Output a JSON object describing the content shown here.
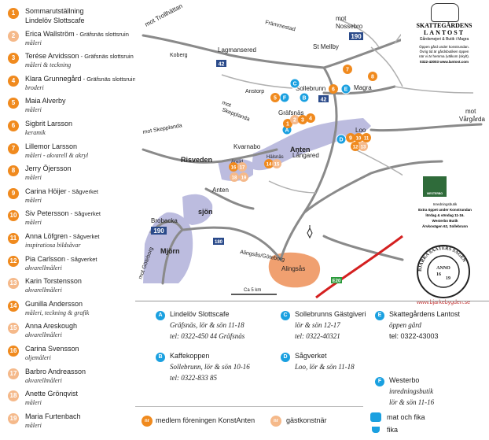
{
  "legend": [
    {
      "n": "1",
      "name": "Sommarutställning",
      "name2": "Lindelöv Slottscafe",
      "place": "",
      "sub": ""
    },
    {
      "n": "2",
      "name": "Erica Wallström",
      "place": "Gräfsnäs slottsruin",
      "sub": "måleri"
    },
    {
      "n": "3",
      "name": "Terése Arvidsson",
      "place": "Gräfsnäs slottsruin",
      "sub": "måleri & teckning"
    },
    {
      "n": "4",
      "name": "Klara Grunnegård",
      "place": "Gräfsnäs slottsruin",
      "sub": "broderi"
    },
    {
      "n": "5",
      "name": "Maia Alverby",
      "place": "",
      "sub": "måleri"
    },
    {
      "n": "6",
      "name": "Sigbrit Larsson",
      "place": "",
      "sub": "keramik"
    },
    {
      "n": "7",
      "name": "Lillemor Larsson",
      "place": "",
      "sub": "måleri - akvarell & akryl"
    },
    {
      "n": "8",
      "name": "Jerry Öjersson",
      "place": "",
      "sub": "måleri"
    },
    {
      "n": "9",
      "name": "Carina Höijer",
      "place": "Sågverket",
      "sub": "måleri"
    },
    {
      "n": "10",
      "name": "Siv Petersson",
      "place": "Sågverket",
      "sub": "måleri"
    },
    {
      "n": "11",
      "name": "Anna Löfgren",
      "place": "Sågverket",
      "sub": "inspiratiosa bildsåvar"
    },
    {
      "n": "12",
      "name": "Pia Carlsson",
      "place": "Sågverket",
      "sub": "akvarellmåleri"
    },
    {
      "n": "13",
      "name": "Karin Torstensson",
      "place": "",
      "sub": "akvarellmåleri"
    },
    {
      "n": "14",
      "name": "Gunilla Andersson",
      "place": "",
      "sub": "måleri, teckning & grafik"
    },
    {
      "n": "15",
      "name": "Anna Areskough",
      "place": "",
      "sub": "akvarellmåleri"
    },
    {
      "n": "16",
      "name": "Carina Svensson",
      "place": "",
      "sub": "oljemåleri"
    },
    {
      "n": "17",
      "name": "Barbro Andreasson",
      "place": "",
      "sub": "akvarellmåleri"
    },
    {
      "n": "18",
      "name": "Anette Grönqvist",
      "place": "",
      "sub": "måleri"
    },
    {
      "n": "19",
      "name": "Maria Furtenbach",
      "place": "",
      "sub": "måleri"
    }
  ],
  "colors": {
    "member": "#f08a1e",
    "guest": "#f5b98a",
    "info": "#1aa0e0",
    "lake": "#bcbcdf",
    "road": "#888888",
    "rail": "#d42020",
    "town": "#f0a070"
  },
  "map": {
    "mot_trollhattan": "mot Trollhättan",
    "koberg": "Koberg",
    "lagmansered": "Lagmansered",
    "frammestad": "Främmestad",
    "mot_nossebro1": "mot",
    "mot_nossebro2": "Nossebro",
    "r190": "190",
    "st_mellby": "St Mellby",
    "r42a": "42",
    "r42b": "42",
    "anstorp": "Anstorp",
    "mot_skepplanda1": "mot",
    "mot_skepplanda2": "Skepplanda",
    "sollebrunn": "Sollebrunn",
    "magra": "Magra",
    "mot_vargarda1": "mot",
    "mot_vargarda2": "Vårgårda",
    "grafsnas": "Gräfsnäs",
    "loo": "Loo",
    "mot_skepplanda_b": "mot Skepplanda",
    "kvarnabo": "Kvarnabo",
    "anten_lake": "Anten",
    "risveden": "Risveden",
    "arelid": "Arelid",
    "hastnas": "Hälsnäs",
    "langared": "Långared",
    "anten": "Anten",
    "brobacka": "Brobacka",
    "sjon": "sjön",
    "r190b": "190",
    "r180": "180",
    "alingsas_gbg": "Alingsås/Göteborg",
    "mot_goteborg": "mot Göteborg",
    "mjorn": "Mjörn",
    "alingsas": "Alingsås",
    "e20": "E20",
    "scale": "Ca 5 km",
    "letters": {
      "a": "A",
      "b": "B",
      "c": "C",
      "d": "D",
      "e": "E",
      "f": "F"
    },
    "markers": [
      {
        "n": "1",
        "c": "member"
      },
      {
        "n": "2",
        "c": "guest"
      },
      {
        "n": "3",
        "c": "member"
      },
      {
        "n": "4",
        "c": "member"
      },
      {
        "n": "5",
        "c": "member"
      },
      {
        "n": "6",
        "c": "member"
      },
      {
        "n": "7",
        "c": "member"
      },
      {
        "n": "8",
        "c": "member"
      },
      {
        "n": "9",
        "c": "member"
      },
      {
        "n": "10",
        "c": "member"
      },
      {
        "n": "11",
        "c": "member"
      },
      {
        "n": "12",
        "c": "member"
      },
      {
        "n": "13",
        "c": "guest"
      },
      {
        "n": "14",
        "c": "member"
      },
      {
        "n": "15",
        "c": "guest"
      },
      {
        "n": "16",
        "c": "member"
      },
      {
        "n": "17",
        "c": "guest"
      },
      {
        "n": "18",
        "c": "guest"
      },
      {
        "n": "19",
        "c": "guest"
      }
    ]
  },
  "logos": {
    "skattegarden_title": "SKATTEGÅRDENS",
    "skattegarden_sub": "LANTOST",
    "skattegarden_line": "Gårdsmejeri & Butik i Magra",
    "skattegarden_info1": "Öppen gård under konstrundan.",
    "skattegarden_info2": "Övrig tid är gårdsbutiken öppen",
    "skattegarden_info3": "när vi är hemma (välkom (skylt).",
    "skattegarden_phone": "0322-43003 www.lantost.com",
    "westerbo_brand": "WESTERBO",
    "westerbo_l1": "Inredningsbutik",
    "westerbo_l2": "Extra öppet under Konstrundan",
    "westerbo_l3": "lördag & söndag 11-16.",
    "westerbo_l4": "Westerbo Butik",
    "westerbo_l5": "Ärvkovägen 62, Sollebrunn",
    "seal_ring": "BJÄRKA SÄÄTERS SÄGEN",
    "seal_center1": "ANNO",
    "seal_center2": "16",
    "seal_center3": "19",
    "seal_url": "www.bjarkebygden.se"
  },
  "box": {
    "a_title": "Lindelöv Slottscafe",
    "a_l1": "Gräfsnäs, lör & sön 11-18",
    "a_l2": "tel: 0322-450 44 Gräfsnäs",
    "b_title": "Kaffekoppen",
    "b_l1": "Sollebrunn, lör & sön 10-16",
    "b_l2": "tel: 0322-833 85",
    "c_title": "Sollebrunns Gästgiveri",
    "c_l1": "lör & sön 12-17",
    "c_l2": "tel: 0322-40321",
    "d_title": "Sågverket",
    "d_l1": "Loo, lör & sön 11-18",
    "e_title": "Skattegårdens Lantost",
    "e_l1": "öppen gård",
    "e_l2": "tel: 0322-43003",
    "f_title": "Westerbo",
    "f_l1": "inredningsbutik",
    "f_l2": "lör & sön 11-16",
    "member": "medlem föreningen KonstAnten",
    "guest": "gästkonstnär",
    "nr": "nr",
    "mat": "mat och fika",
    "fika": "fika"
  }
}
